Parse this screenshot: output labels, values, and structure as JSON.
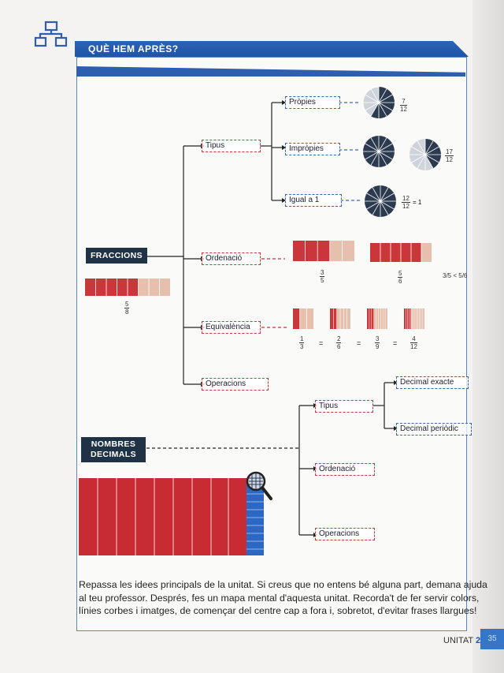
{
  "header": {
    "title": "QUÈ HEM APRÈS?",
    "icon": "hierarchy-icon"
  },
  "left_boxes": {
    "fraccions": "FRACCIONS",
    "decimals_line1": "NOMBRES",
    "decimals_line2": "DECIMALS"
  },
  "fractions": {
    "branches": [
      "Tipus",
      "Ordenació",
      "Equivalència",
      "Operacions"
    ],
    "types": [
      "Pròpies",
      "Impròpies",
      "Igual a 1"
    ],
    "example_fraction": {
      "num": "5",
      "den": "8"
    },
    "propies_fraction": {
      "num": "7",
      "den": "12"
    },
    "impropies_fraction": {
      "num": "17",
      "den": "12"
    },
    "igual_fraction": {
      "num": "12",
      "den": "12",
      "rest": "= 1"
    },
    "ordenacio": {
      "a": {
        "num": "3",
        "den": "5"
      },
      "b": {
        "num": "5",
        "den": "6"
      },
      "compare": "3/5 < 5/6"
    },
    "equivalencia": [
      {
        "num": "1",
        "den": "3"
      },
      {
        "num": "2",
        "den": "6"
      },
      {
        "num": "3",
        "den": "9"
      },
      {
        "num": "4",
        "den": "12"
      }
    ],
    "equals": "="
  },
  "decimals": {
    "branches": [
      "Tipus",
      "Ordenació",
      "Operacions"
    ],
    "types": [
      "Decimal exacte",
      "Decimal periòdic"
    ]
  },
  "paragraph": "Repassa les idees principals de la unitat. Si creus que no entens bé alguna part, demana ajuda al teu professor. Després, fes un mapa mental d'aquesta unitat. Recorda't de fer servir colors, línies corbes i imatges, de començar del centre cap a fora i, sobretot, d'evitar frases llargues!",
  "footer": {
    "unit_label": "UNITAT",
    "unit_number": "2",
    "page": "35"
  },
  "colors": {
    "navy": "#203246",
    "red": "#c8373c",
    "blue": "#2d5fae"
  }
}
